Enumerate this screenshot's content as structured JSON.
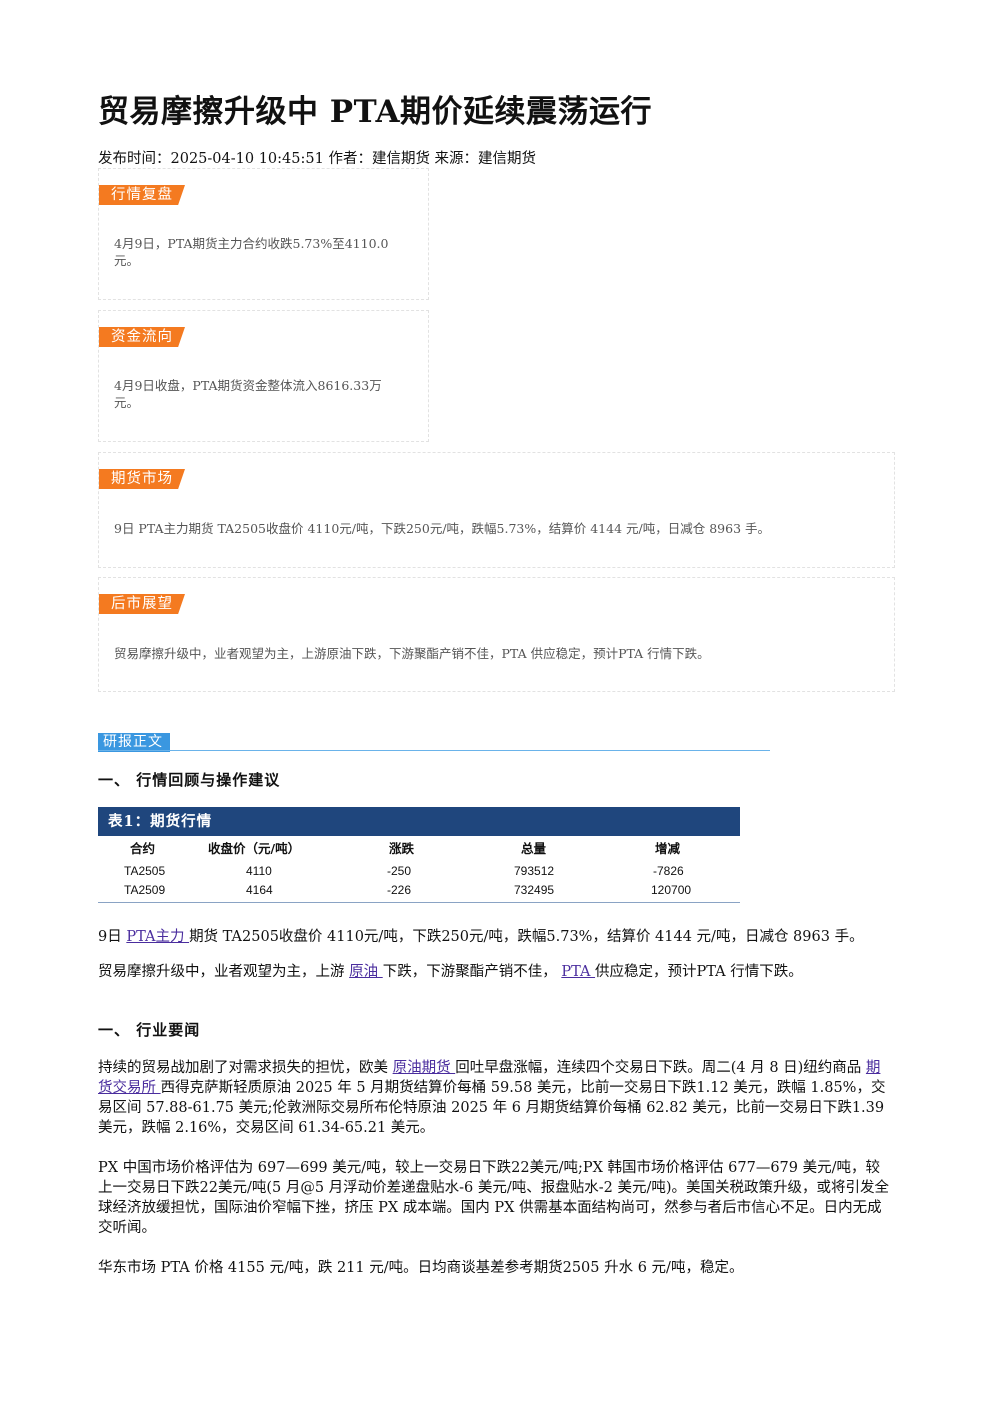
{
  "article": {
    "title": "贸易摩擦升级中 PTA期价延续震荡运行",
    "meta": "发布时间：2025-04-10 10:45:51 作者：建信期货 来源：建信期货"
  },
  "summary": [
    {
      "tag": "行情复盘",
      "text": "4月9日，PTA期货主力合约收跌5.73%至4110.0元。"
    },
    {
      "tag": "资金流向",
      "text": "4月9日收盘，PTA期货资金整体流入8616.33万元。"
    },
    {
      "tag": "期货市场",
      "text": "9日 PTA主力期货 TA2505收盘价 4110元/吨，下跌250元/吨，跌幅5.73%，结算价 4144 元/吨，日减仓 8963 手。"
    },
    {
      "tag": "后市展望",
      "text": "贸易摩擦升级中，业者观望为主，上游原油下跌，下游聚酯产销不佳，PTA 供应稳定，预计PTA 行情下跌。"
    }
  ],
  "body": {
    "section_tag": "研报正文",
    "heading1": "一、  行情回顾与操作建议",
    "heading2": "一、  行业要闻",
    "table": {
      "title": "表1：期货行情",
      "columns": [
        "合约",
        "收盘价（元/吨）",
        "涨跌",
        "总量",
        "增减"
      ],
      "rows": [
        [
          "TA2505",
          "4110",
          "-250",
          "793512",
          "-7826"
        ],
        [
          "TA2509",
          "4164",
          "-226",
          "732495",
          "120700"
        ]
      ]
    },
    "p1": {
      "a": "9日 ",
      "link": "PTA主力 ",
      "b": "期货 TA2505收盘价 4110元/吨，下跌250元/吨，跌幅5.73%，结算价 4144 元/吨，日减仓 8963 手。"
    },
    "p2": {
      "a": "贸易摩擦升级中，业者观望为主，上游 ",
      "link1": "原油 ",
      "b": "下跌，下游聚酯产销不佳， ",
      "link2": "PTA ",
      "c": "供应稳定，预计PTA 行情下跌。"
    },
    "p3": {
      "a": "持续的贸易战加剧了对需求损失的担忧，欧美 ",
      "link1": "原油期货 ",
      "b": "回吐早盘涨幅，连续四个交易日下跌。周二(4 月 8 日)纽约商品 ",
      "link2": "期货交易所 ",
      "c": "西得克萨斯轻质原油 2025 年 5 月期货结算价每桶 59.58 美元，比前一交易日下跌1.12 美元，跌幅 1.85%，交易区间 57.88-61.75 美元;伦敦洲际交易所布伦特原油 2025 年 6 月期货结算价每桶 62.82 美元，比前一交易日下跌1.39 美元，跌幅 2.16%，交易区间 61.34-65.21 美元。"
    },
    "p4": "PX 中国市场价格评估为 697—699 美元/吨，较上一交易日下跌22美元/吨;PX 韩国市场价格评估 677—679 美元/吨，较上一交易日下跌22美元/吨(5 月@5 月浮动价差递盘贴水-6 美元/吨、报盘贴水-2 美元/吨)。美国关税政策升级，或将引发全球经济放缓担忧，国际油价窄幅下挫，挤压 PX 成本端。国内 PX 供需基本面结构尚可，然参与者后市信心不足。日内无成交听闻。",
    "p5": "华东市场 PTA 价格 4155 元/吨，跌 211 元/吨。日均商谈基差参考期货2505 升水 6 元/吨，稳定。"
  },
  "colors": {
    "tag_orange": "#f47a20",
    "tag_blue": "#3a97e0",
    "table_header": "#1f467d",
    "link": "#4a2d9e"
  }
}
